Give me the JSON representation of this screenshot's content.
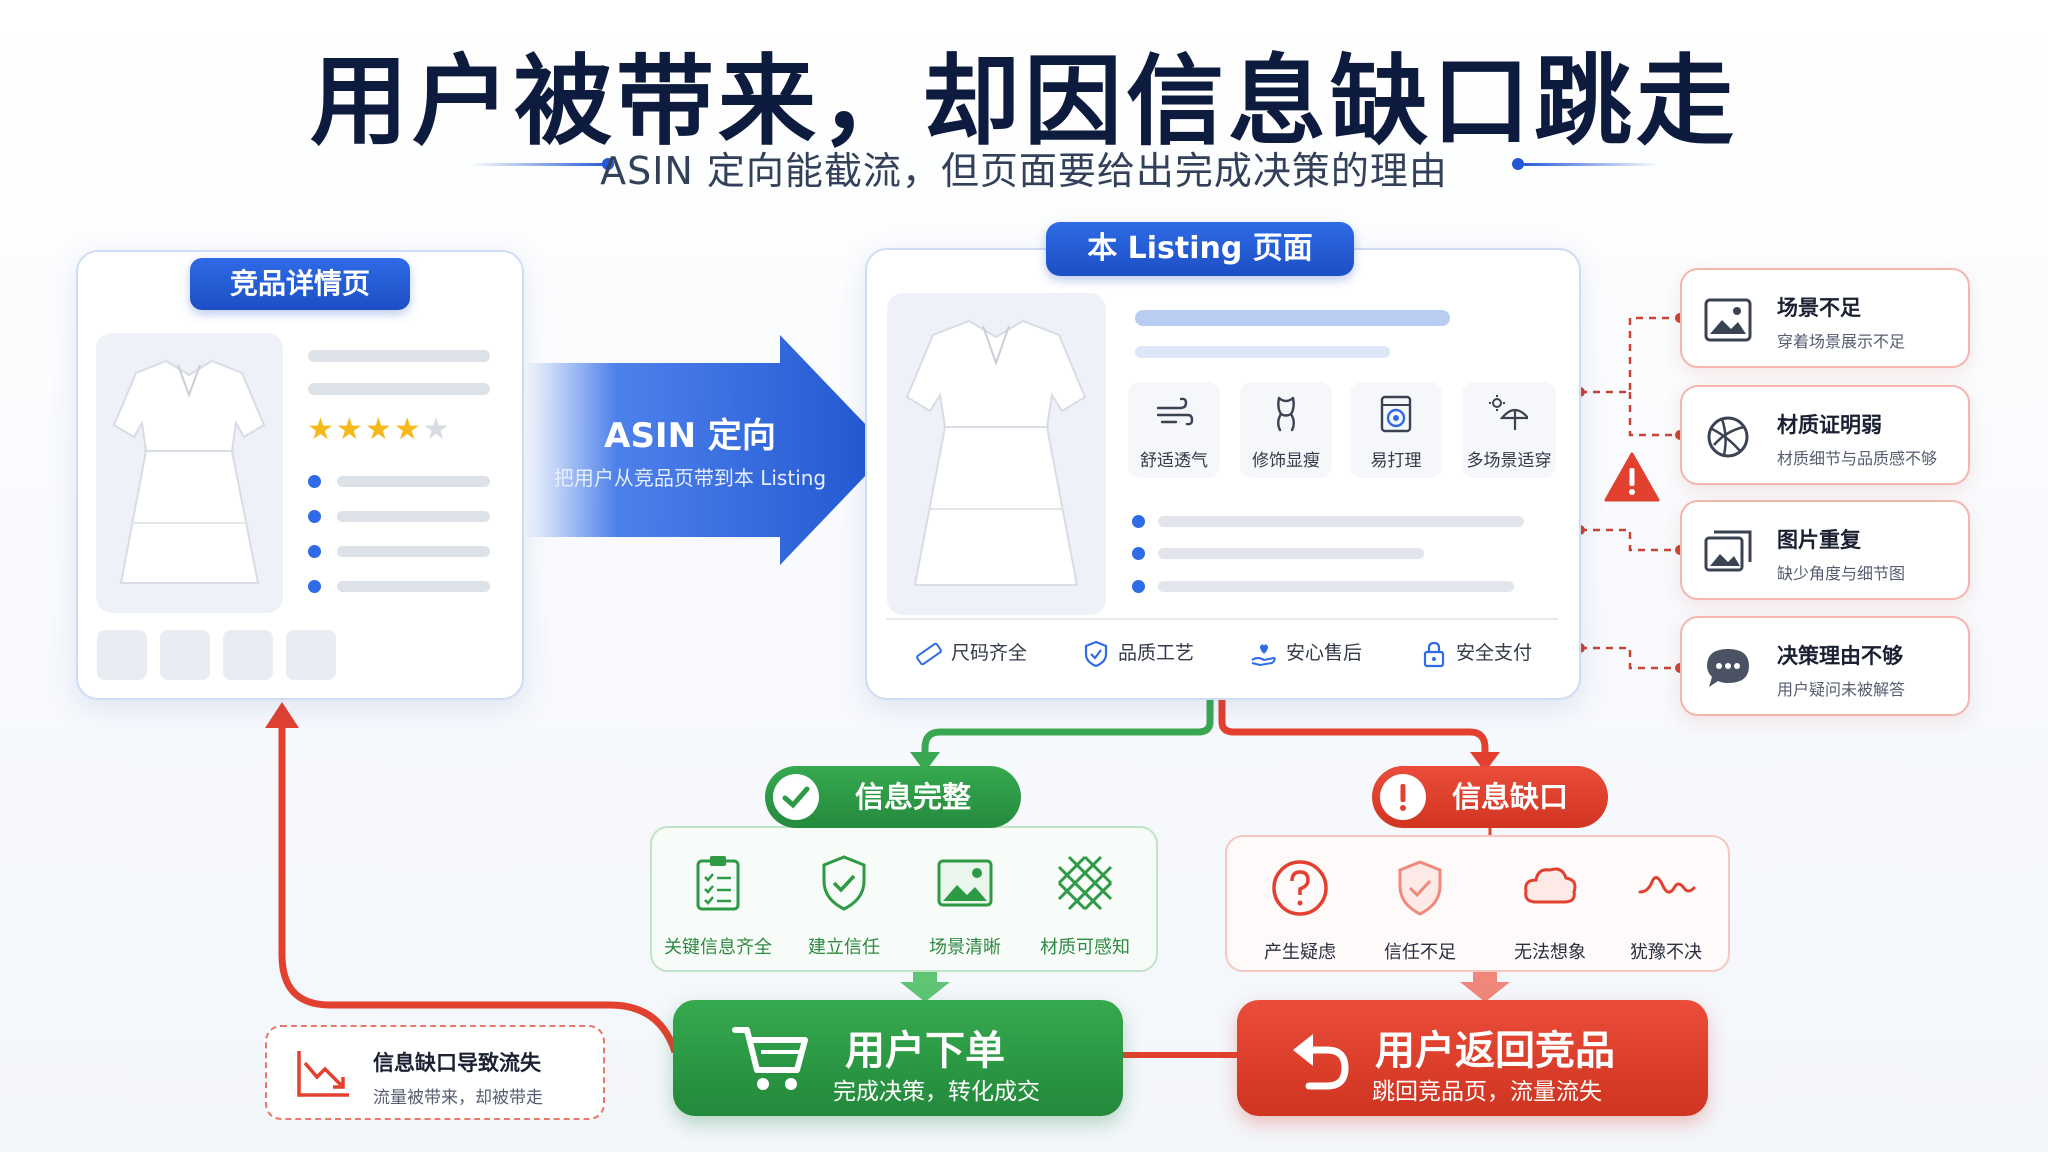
{
  "title": "用户被带来，却因信息缺口跳走",
  "subtitle": "ASIN 定向能截流，但页面要给出完成决策的理由",
  "competitor_card": {
    "label": "竞品详情页",
    "rating_stars": 4
  },
  "arrow": {
    "title": "ASIN 定向",
    "subtitle": "把用户从竞品页带到本 Listing"
  },
  "listing_card": {
    "label": "本 Listing 页面",
    "features": [
      {
        "icon": "wind-icon",
        "label": "舒适透气"
      },
      {
        "icon": "body-shape-icon",
        "label": "修饰显瘦"
      },
      {
        "icon": "washing-machine-icon",
        "label": "易打理"
      },
      {
        "icon": "sun-umbrella-icon",
        "label": "多场景适穿"
      }
    ],
    "guarantees": [
      {
        "icon": "ruler-icon",
        "label": "尺码齐全"
      },
      {
        "icon": "shield-check-icon",
        "label": "品质工艺"
      },
      {
        "icon": "hand-heart-icon",
        "label": "安心售后"
      },
      {
        "icon": "lock-icon",
        "label": "安全支付"
      }
    ]
  },
  "issues": [
    {
      "icon": "image-icon",
      "title": "场景不足",
      "desc": "穿着场景展示不足"
    },
    {
      "icon": "yarn-ball-icon",
      "title": "材质证明弱",
      "desc": "材质细节与品质感不够"
    },
    {
      "icon": "duplicate-images-icon",
      "title": "图片重复",
      "desc": "缺少角度与细节图"
    },
    {
      "icon": "chat-bubble-icon",
      "title": "决策理由不够",
      "desc": "用户疑问未被解答"
    }
  ],
  "complete": {
    "label": "信息完整",
    "items": [
      {
        "icon": "clipboard-list-icon",
        "label": "关键信息齐全"
      },
      {
        "icon": "shield-check-icon",
        "label": "建立信任"
      },
      {
        "icon": "image-icon",
        "label": "场景清晰"
      },
      {
        "icon": "fabric-texture-icon",
        "label": "材质可感知"
      }
    ]
  },
  "gap": {
    "label": "信息缺口",
    "items": [
      {
        "icon": "question-circle-icon",
        "label": "产生疑虑"
      },
      {
        "icon": "shield-icon",
        "label": "信任不足"
      },
      {
        "icon": "cloud-thought-icon",
        "label": "无法想象"
      },
      {
        "icon": "wave-icon",
        "label": "犹豫不决"
      }
    ]
  },
  "order": {
    "title": "用户下单",
    "subtitle": "完成决策，转化成交"
  },
  "return": {
    "title": "用户返回竞品",
    "subtitle": "跳回竞品页，流量流失"
  },
  "loss": {
    "title": "信息缺口导致流失",
    "subtitle": "流量被带来，却被带走"
  },
  "colors": {
    "blue": "#2458d6",
    "green": "#2e9a46",
    "red": "#e2412f",
    "navy": "#0d1b3e"
  }
}
